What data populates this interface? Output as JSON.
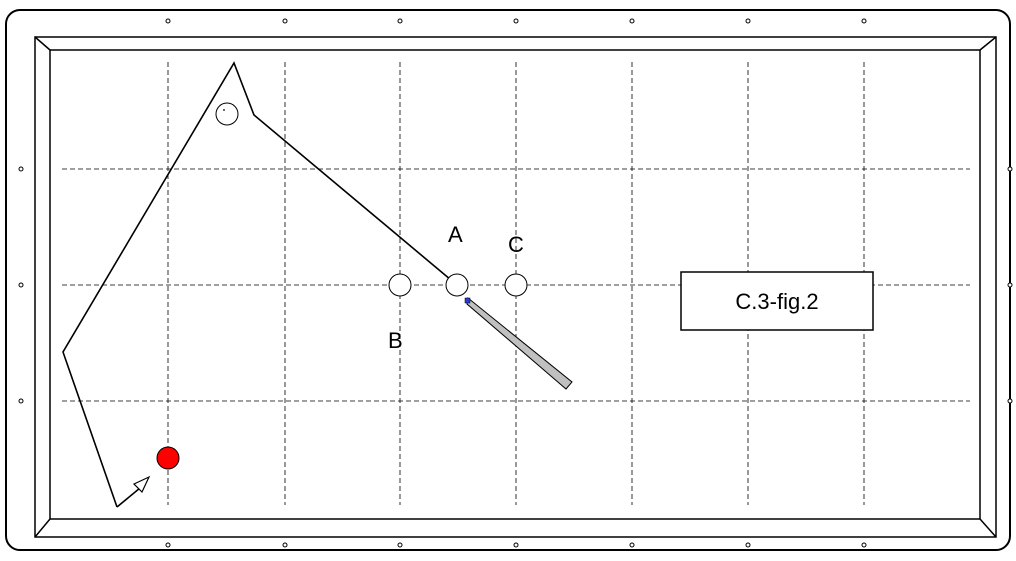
{
  "figure": {
    "caption": "C.3-fig.2",
    "ball_labels": {
      "a": "A",
      "b": "B",
      "c": "C"
    }
  },
  "colors": {
    "table_line": "#000000",
    "object_ball": "#ff0000",
    "cue_stick": "#c0c0c0",
    "cue_tip": "#2a3bd8",
    "background": "#ffffff"
  },
  "icons": {
    "cue": "cue-stick-icon",
    "direction": "direction-arrow-icon"
  }
}
